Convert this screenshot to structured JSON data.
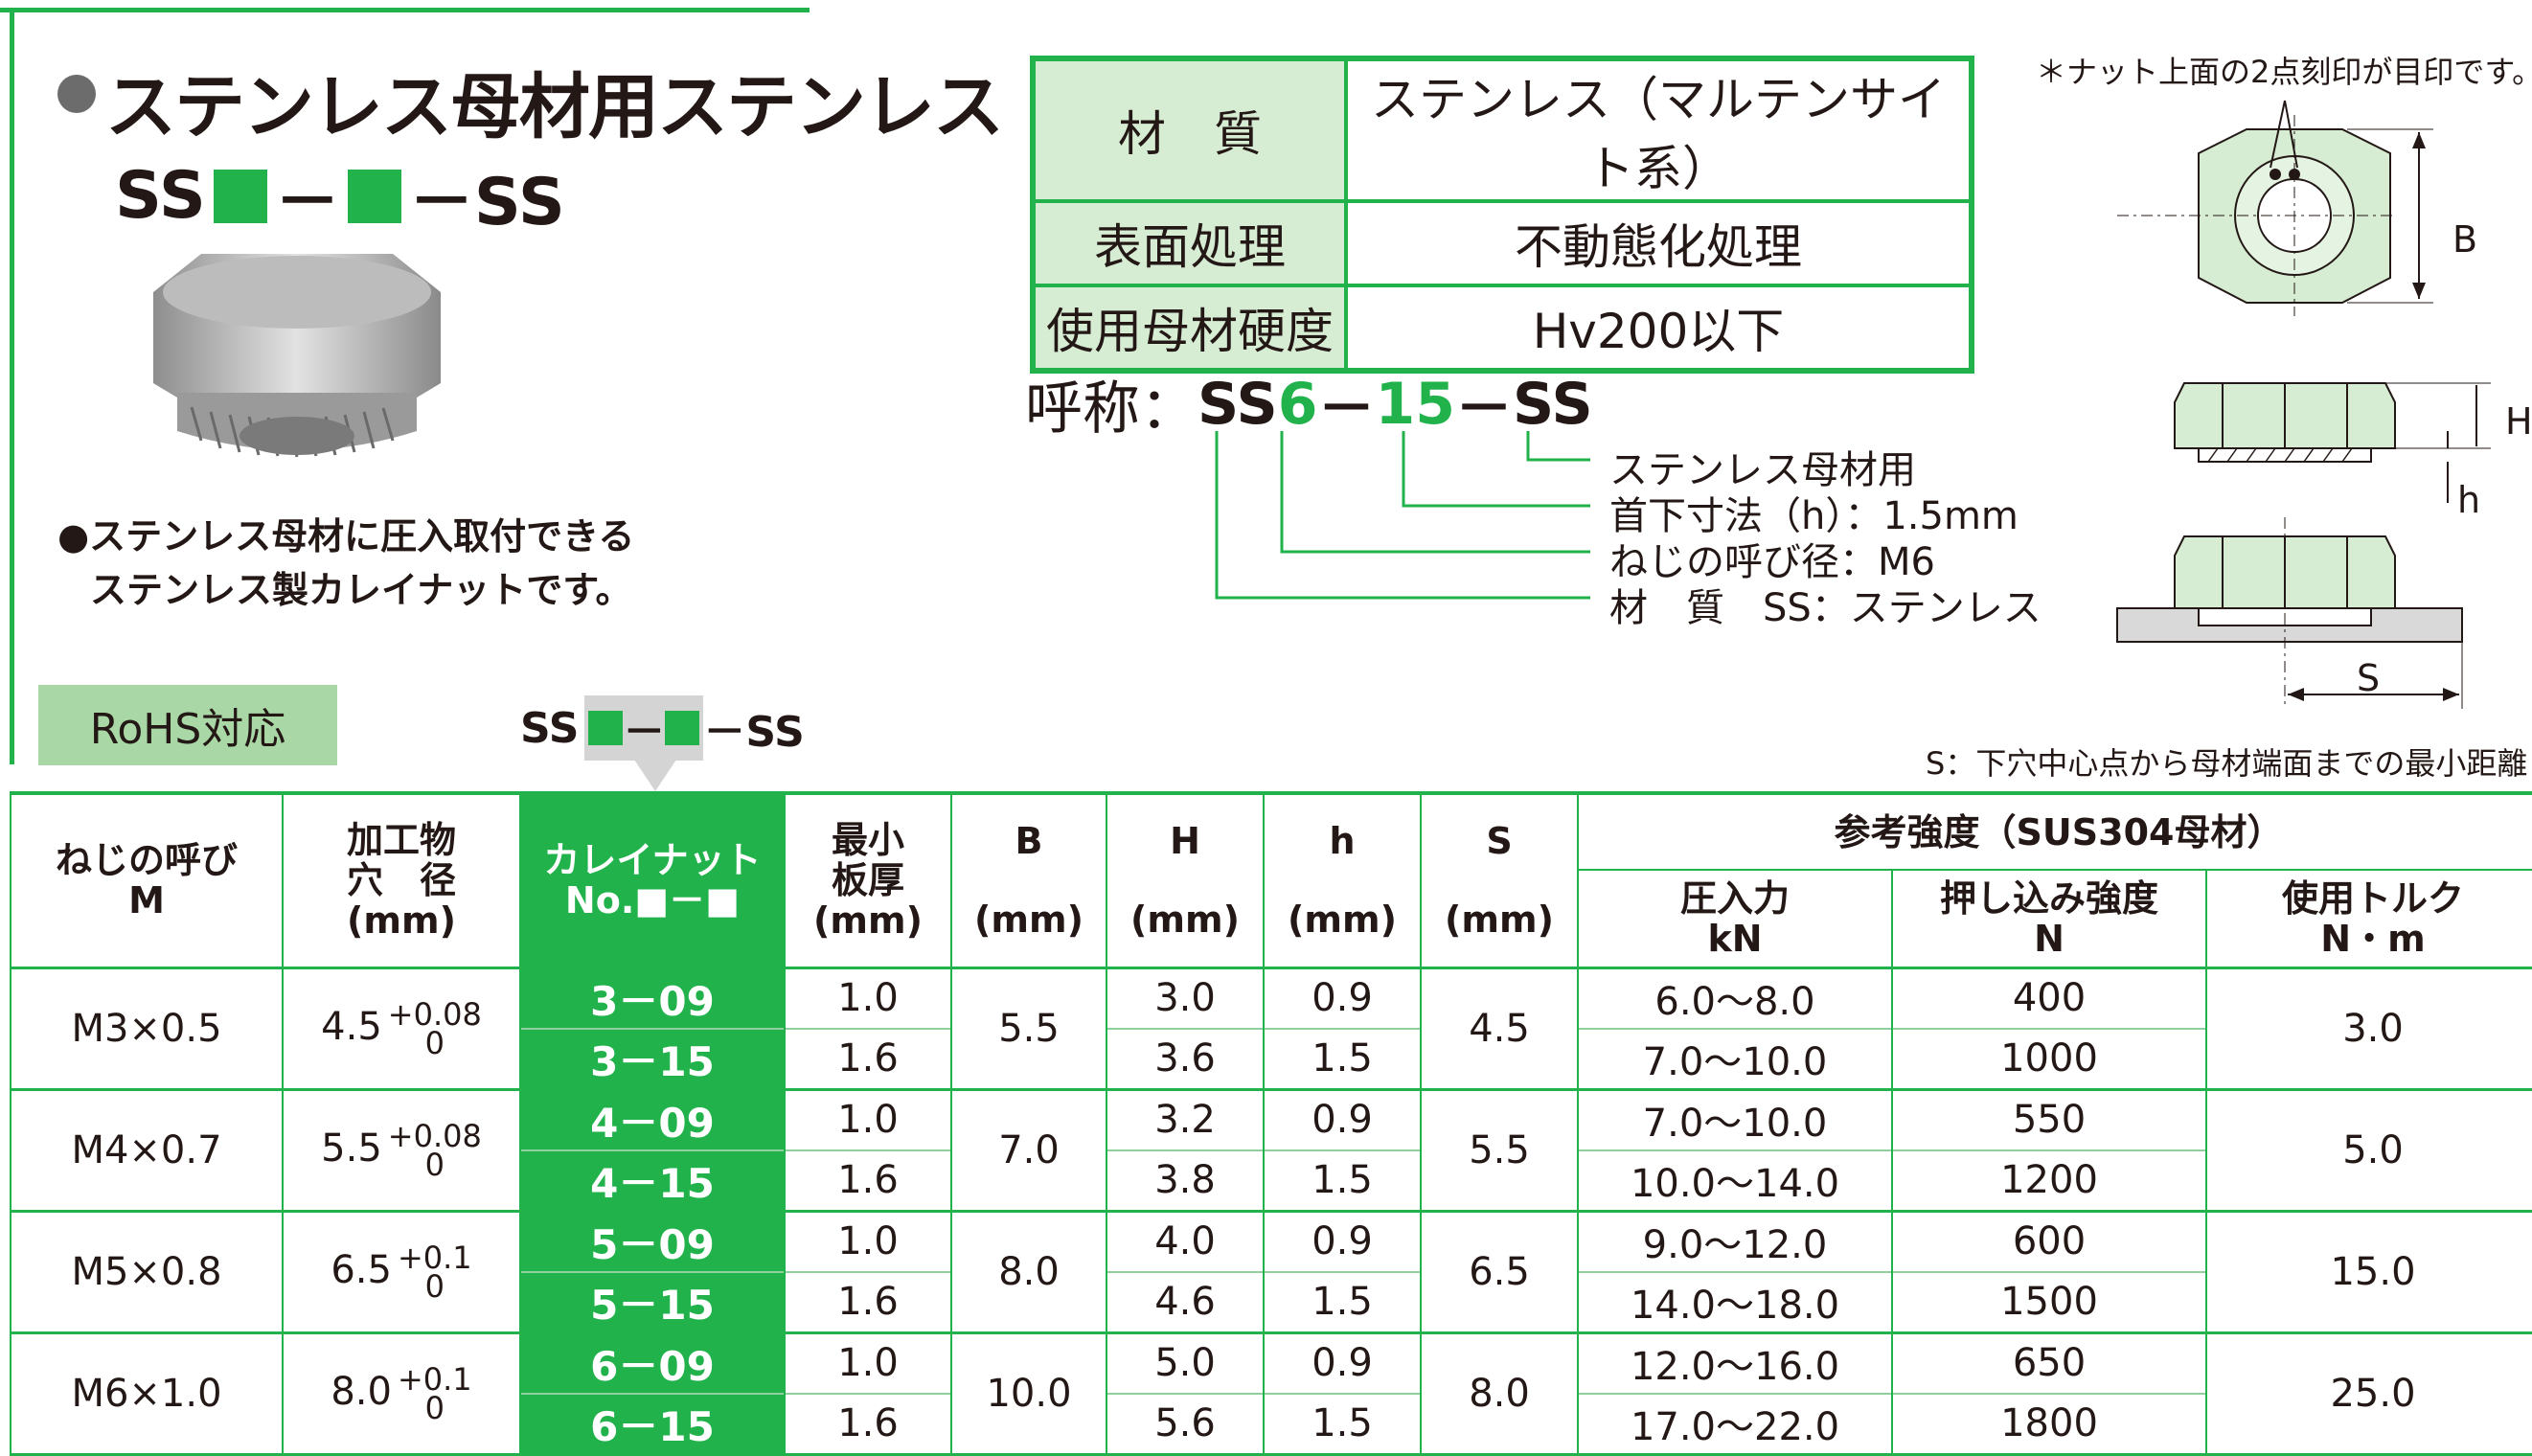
{
  "title": "ステンレス母材用ステンレス",
  "subtitle_prefix": "SS",
  "subtitle_dash1": "－",
  "subtitle_dash2": "－SS",
  "description_line1": "●ステンレス母材に圧入取付できる",
  "description_line2": "ステンレス製カレイナットです。",
  "rohs_label": "RoHS対応",
  "part_label": {
    "prefix": "SS",
    "dash": "－",
    "suffix": "－SS"
  },
  "spec": [
    {
      "key": "材　質",
      "value": "ステンレス（マルテンサイト系）"
    },
    {
      "key": "表面処理",
      "value": "不動態化処理"
    },
    {
      "key": "使用母材硬度",
      "value": "Hv200以下"
    }
  ],
  "top_note": "＊ナット上面の2点刻印が目印です。",
  "designation": {
    "label": "呼称：",
    "part1": "SS",
    "part2": "6",
    "dash": "－",
    "part3": "15",
    "part4": "SS",
    "legend": [
      "ステンレス母材用",
      "首下寸法（h）：1.5mm",
      "ねじの呼び径：M6",
      "材　質　SS：ステンレス"
    ]
  },
  "dim_labels": {
    "B": "B",
    "H": "H",
    "h": "h",
    "S": "S"
  },
  "s_note": "S：下穴中心点から母材端面までの最小距離",
  "table": {
    "headers": {
      "thread": "ねじの呼び",
      "thread_unit": "M",
      "hole": "加工物",
      "hole2": "穴　径",
      "hole_unit": "(mm)",
      "nut": "カレイナット",
      "nut2": "No.■－■",
      "thick": "最小",
      "thick2": "板厚",
      "thick_unit": "(mm)",
      "B": "B",
      "H": "H",
      "h": "h",
      "S": "S",
      "mm": "(mm)",
      "ref": "参考強度（SUS304母材）",
      "press": "圧入力",
      "press_unit": "kN",
      "push": "押し込み強度",
      "push_unit": "N",
      "torque": "使用トルク",
      "torque_unit": "N・m"
    },
    "groups": [
      {
        "thread": "M3×0.5",
        "hole": "4.5",
        "tol_plus": "+0.08",
        "tol_zero": "0",
        "B": "5.5",
        "S": "4.5",
        "torque": "3.0",
        "rows": [
          {
            "no": "3－09",
            "t": "1.0",
            "H": "3.0",
            "h": "0.9",
            "press": "6.0～8.0",
            "push": "400"
          },
          {
            "no": "3－15",
            "t": "1.6",
            "H": "3.6",
            "h": "1.5",
            "press": "7.0～10.0",
            "push": "1000"
          }
        ]
      },
      {
        "thread": "M4×0.7",
        "hole": "5.5",
        "tol_plus": "+0.08",
        "tol_zero": "0",
        "B": "7.0",
        "S": "5.5",
        "torque": "5.0",
        "rows": [
          {
            "no": "4－09",
            "t": "1.0",
            "H": "3.2",
            "h": "0.9",
            "press": "7.0～10.0",
            "push": "550"
          },
          {
            "no": "4－15",
            "t": "1.6",
            "H": "3.8",
            "h": "1.5",
            "press": "10.0～14.0",
            "push": "1200"
          }
        ]
      },
      {
        "thread": "M5×0.8",
        "hole": "6.5",
        "tol_plus": "+0.1",
        "tol_zero": "0",
        "B": "8.0",
        "S": "6.5",
        "torque": "15.0",
        "rows": [
          {
            "no": "5－09",
            "t": "1.0",
            "H": "4.0",
            "h": "0.9",
            "press": "9.0～12.0",
            "push": "600"
          },
          {
            "no": "5－15",
            "t": "1.6",
            "H": "4.6",
            "h": "1.5",
            "press": "14.0～18.0",
            "push": "1500"
          }
        ]
      },
      {
        "thread": "M6×1.0",
        "hole": "8.0",
        "tol_plus": "+0.1",
        "tol_zero": "0",
        "B": "10.0",
        "S": "8.0",
        "torque": "25.0",
        "rows": [
          {
            "no": "6－09",
            "t": "1.0",
            "H": "5.0",
            "h": "0.9",
            "press": "12.0～16.0",
            "push": "650"
          },
          {
            "no": "6－15",
            "t": "1.6",
            "H": "5.6",
            "h": "1.5",
            "press": "17.0～22.0",
            "push": "1800"
          }
        ]
      }
    ]
  },
  "colors": {
    "accent": "#21b24b",
    "light_green": "#d6ecd3",
    "rohs_bg": "#a9d8a6"
  }
}
